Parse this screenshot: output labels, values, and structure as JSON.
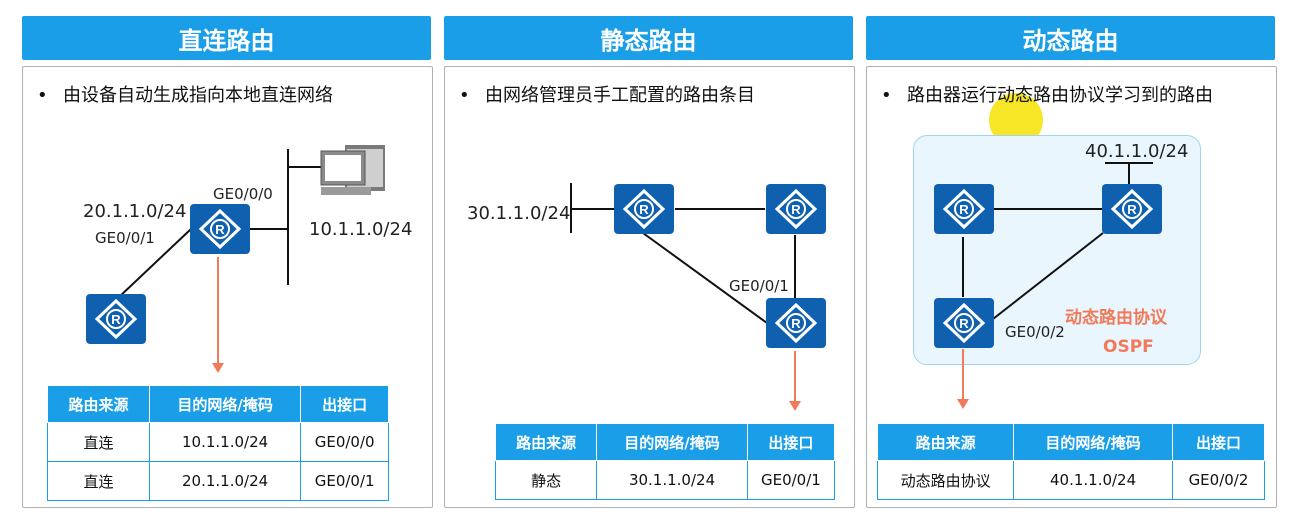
{
  "panels": [
    {
      "title": "直连路由",
      "bullet": "由设备自动生成指向本地直连网络",
      "labels": {
        "net_left": "20.1.1.0/24",
        "if_left": "GE0/0/1",
        "if_top": "GE0/0/0",
        "net_right": "10.1.1.0/24"
      },
      "table": {
        "headers": [
          "路由来源",
          "目的网络/掩码",
          "出接口"
        ],
        "rows": [
          [
            "直连",
            "10.1.1.0/24",
            "GE0/0/0"
          ],
          [
            "直连",
            "20.1.1.0/24",
            "GE0/0/1"
          ]
        ]
      }
    },
    {
      "title": "静态路由",
      "bullet": "由网络管理员手工配置的路由条目",
      "labels": {
        "net": "30.1.1.0/24",
        "if": "GE0/0/1"
      },
      "table": {
        "headers": [
          "路由来源",
          "目的网络/掩码",
          "出接口"
        ],
        "rows": [
          [
            "静态",
            "30.1.1.0/24",
            "GE0/0/1"
          ]
        ]
      }
    },
    {
      "title": "动态路由",
      "bullet": "路由器运行动态路由协议学习到的路由",
      "labels": {
        "net": "40.1.1.0/24",
        "if": "GE0/0/2",
        "proto": "动态路由协议",
        "proto_name": "OSPF"
      },
      "table": {
        "headers": [
          "路由来源",
          "目的网络/掩码",
          "出接口"
        ],
        "rows": [
          [
            "动态路由协议",
            "40.1.1.0/24",
            "GE0/0/2"
          ]
        ]
      }
    }
  ],
  "bullet_char": "•",
  "colors": {
    "header": "#1a9ee8",
    "router": "#1060b0",
    "arrow": "#f07a5a",
    "ospf_bg": "#eaf6fd"
  },
  "icons": [
    "router-icon",
    "computer-icon",
    "mouse-cursor-icon"
  ]
}
